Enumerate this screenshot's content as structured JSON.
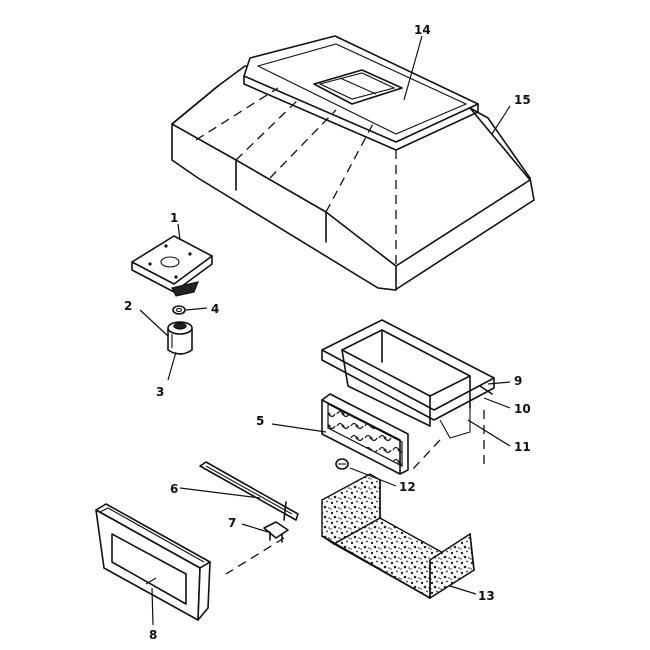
{
  "diagram": {
    "callouts": [
      {
        "id": "c1",
        "text": "1"
      },
      {
        "id": "c2",
        "text": "2"
      },
      {
        "id": "c3",
        "text": "3"
      },
      {
        "id": "c4",
        "text": "4"
      },
      {
        "id": "c5",
        "text": "5"
      },
      {
        "id": "c6",
        "text": "6"
      },
      {
        "id": "c7",
        "text": "7"
      },
      {
        "id": "c8",
        "text": "8"
      },
      {
        "id": "c9",
        "text": "9"
      },
      {
        "id": "c10",
        "text": "10"
      },
      {
        "id": "c11",
        "text": "11"
      },
      {
        "id": "c12",
        "text": "12"
      },
      {
        "id": "c13",
        "text": "13"
      },
      {
        "id": "c14",
        "text": "14"
      },
      {
        "id": "c15",
        "text": "15"
      }
    ]
  },
  "colors": {
    "line": "#111111",
    "background": "#ffffff",
    "filter_fill": "#bdbdbd"
  }
}
